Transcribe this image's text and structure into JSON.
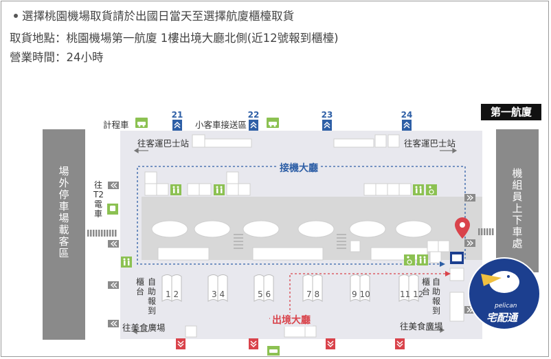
{
  "info": {
    "line1": "選擇桃園機場取貨請於出國日當天至選擇航廈櫃檯取貨",
    "line2": "取貨地點：桃園機場第一航廈 1樓出境大廳北側(近12號報到櫃檯)",
    "line3": "營業時間：24小時"
  },
  "map": {
    "terminal_label": "第一航廈",
    "left_area": "場外停車場載客區",
    "right_area": "機組員上下車處",
    "taxi": "計程車",
    "car_dropoff": "小客車接送區",
    "bus_left": "往客運巴士站",
    "bus_right": "往客運巴士站",
    "arrival_hall": "接機大廳",
    "departure_hall": "出境大廳",
    "t2_train": "往T2電車",
    "food_left": "往美食廣場",
    "food_right": "往美食廣場",
    "gates": [
      "21",
      "22",
      "23",
      "24"
    ],
    "self_checkin": "自助報到",
    "counter": "櫃台",
    "counters": [
      "1 2",
      "3 4",
      "5 6",
      "7 8",
      "9 10",
      "11 12"
    ],
    "brand_en": "pelican",
    "brand_zh": "宅配通",
    "icons": {
      "gate_arrow": "double-chevron-up-icon",
      "taxi": "taxi-icon",
      "restroom": "restroom-icon",
      "accessible": "wheelchair-icon",
      "train": "train-icon",
      "location": "map-pin-icon"
    },
    "colors": {
      "blue": "#2e5fa6",
      "red": "#d9434b",
      "green": "#8cc152",
      "gray": "#8a8a8a",
      "navy": "#1c3f8f"
    }
  }
}
